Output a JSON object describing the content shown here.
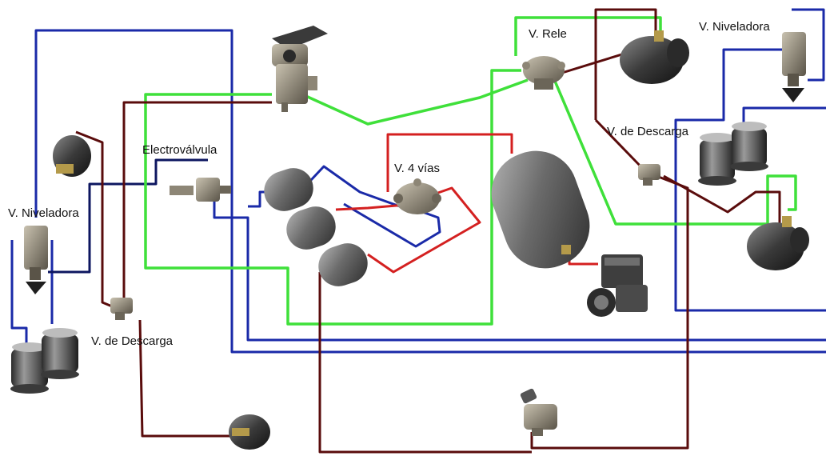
{
  "labels": {
    "relay_valve": "V. Rele",
    "leveling_valve_right": "V. Niveladora",
    "unload_valve_right": "V. de Descarga",
    "solenoid_valve": "Electroválvula",
    "four_way_valve": "V. 4 vías",
    "leveling_valve_left": "V. Niveladora",
    "unload_valve_left": "V. de Descarga"
  },
  "line_colors": {
    "green_line": "#3fe03a",
    "blue_line": "#1a2aa8",
    "dark_red_line": "#5a0c0c",
    "red_line": "#d42020",
    "navy_line": "#0d1660"
  },
  "component_icons": [
    "brake-chamber-icon",
    "air-spring-icon",
    "air-tank-icon",
    "compressor-icon",
    "foot-brake-valve-icon",
    "hand-brake-valve-icon"
  ]
}
